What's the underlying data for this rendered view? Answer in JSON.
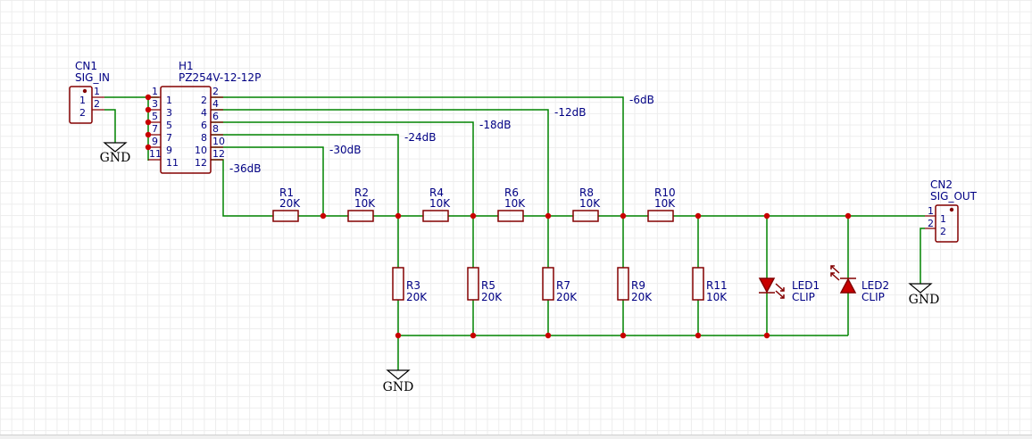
{
  "connectors": {
    "cn1": {
      "ref": "CN1",
      "value": "SIG_IN",
      "pins": [
        "1",
        "2"
      ]
    },
    "cn2": {
      "ref": "CN2",
      "value": "SIG_OUT",
      "pins": [
        "1",
        "2"
      ]
    }
  },
  "switch": {
    "ref": "H1",
    "value": "PZ254V-12-12P",
    "left_pins": [
      "1",
      "3",
      "5",
      "7",
      "9",
      "11"
    ],
    "right_pins": [
      "2",
      "4",
      "6",
      "8",
      "10",
      "12"
    ]
  },
  "nets": [
    "-6dB",
    "-12dB",
    "-18dB",
    "-24dB",
    "-30dB",
    "-36dB"
  ],
  "series_resistors": [
    {
      "ref": "R1",
      "value": "20K"
    },
    {
      "ref": "R2",
      "value": "10K"
    },
    {
      "ref": "R4",
      "value": "10K"
    },
    {
      "ref": "R6",
      "value": "10K"
    },
    {
      "ref": "R8",
      "value": "10K"
    },
    {
      "ref": "R10",
      "value": "10K"
    }
  ],
  "shunt_resistors": [
    {
      "ref": "R3",
      "value": "20K"
    },
    {
      "ref": "R5",
      "value": "20K"
    },
    {
      "ref": "R7",
      "value": "20K"
    },
    {
      "ref": "R9",
      "value": "20K"
    },
    {
      "ref": "R11",
      "value": "10K"
    }
  ],
  "leds": [
    {
      "ref": "LED1",
      "value": "CLIP"
    },
    {
      "ref": "LED2",
      "value": "CLIP"
    }
  ],
  "grounds": [
    "GND",
    "GND",
    "GND"
  ],
  "colors": {
    "wire": "#008400",
    "component": "#840000",
    "junction": "#c80000",
    "text": "#000084"
  }
}
